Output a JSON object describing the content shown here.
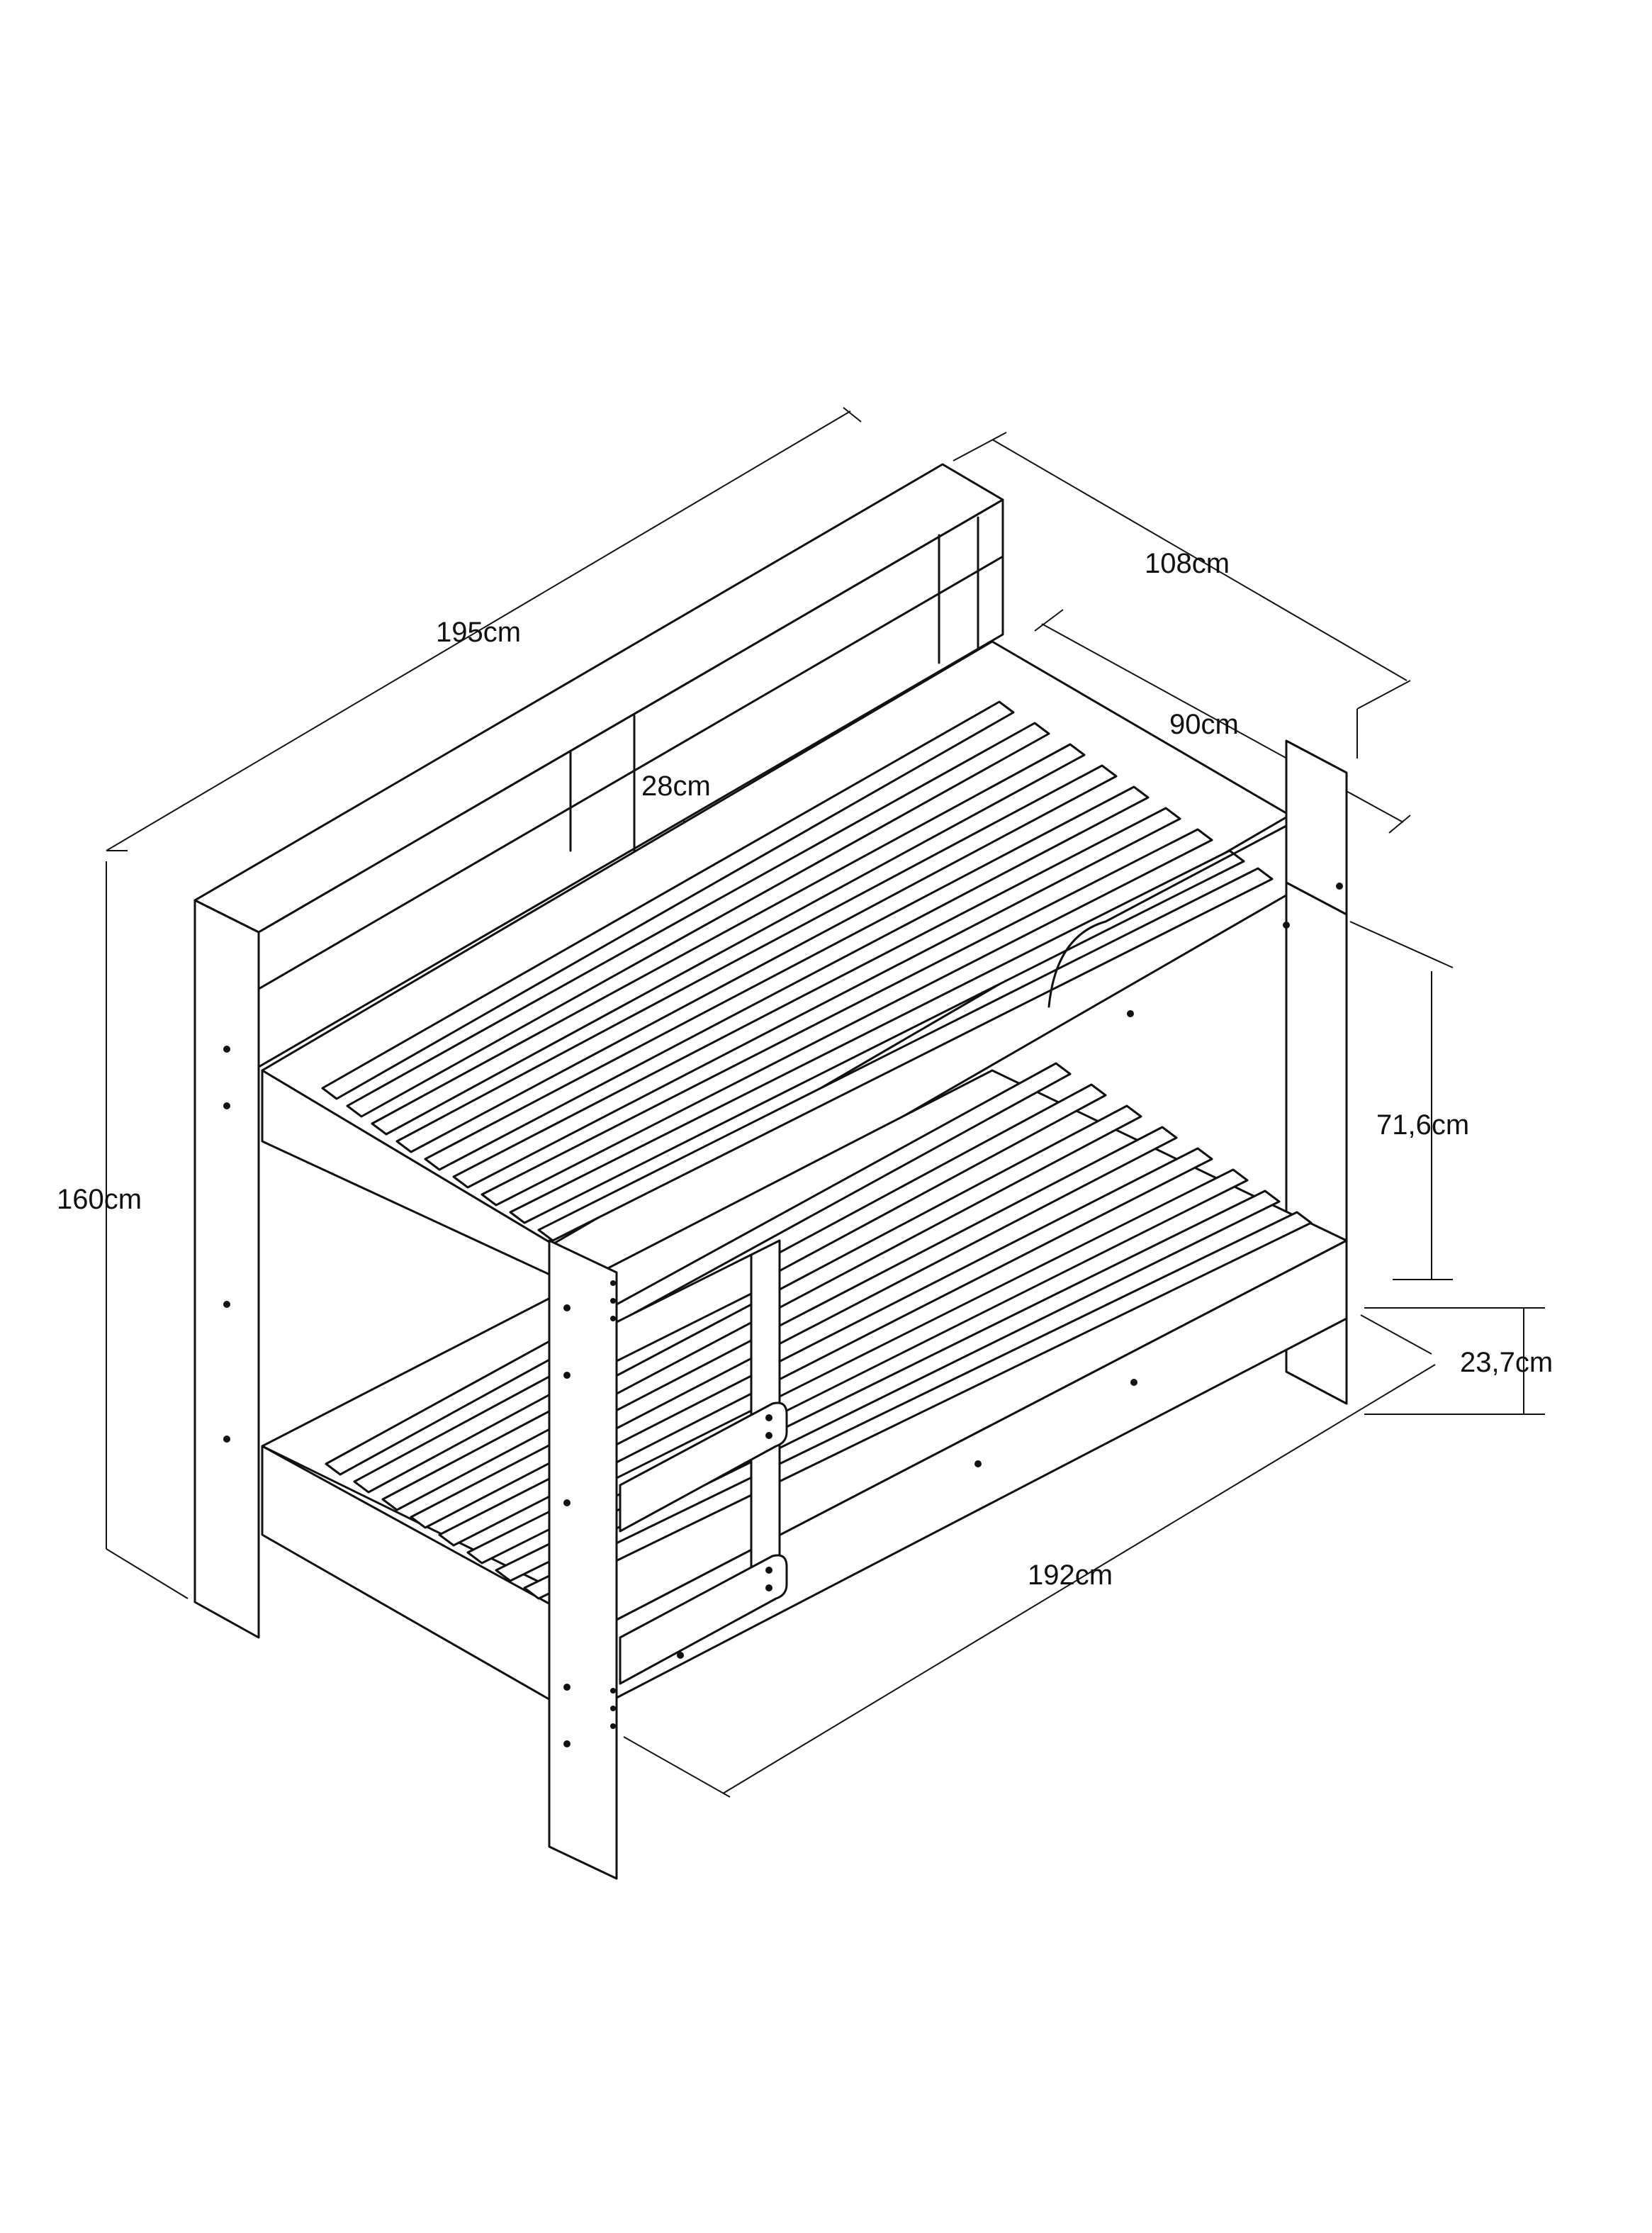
{
  "diagram": {
    "subject": "bunk bed with headboard shelves and ladder",
    "line_color": "#111111",
    "background": "#ffffff",
    "dimensions": {
      "length": "195cm",
      "depth": "108cm",
      "mattress_width": "90cm",
      "shelf_height": "28cm",
      "height": "160cm",
      "bunk_clearance": "71,6cm",
      "leg_height": "23,7cm",
      "mattress_length": "192cm"
    }
  }
}
